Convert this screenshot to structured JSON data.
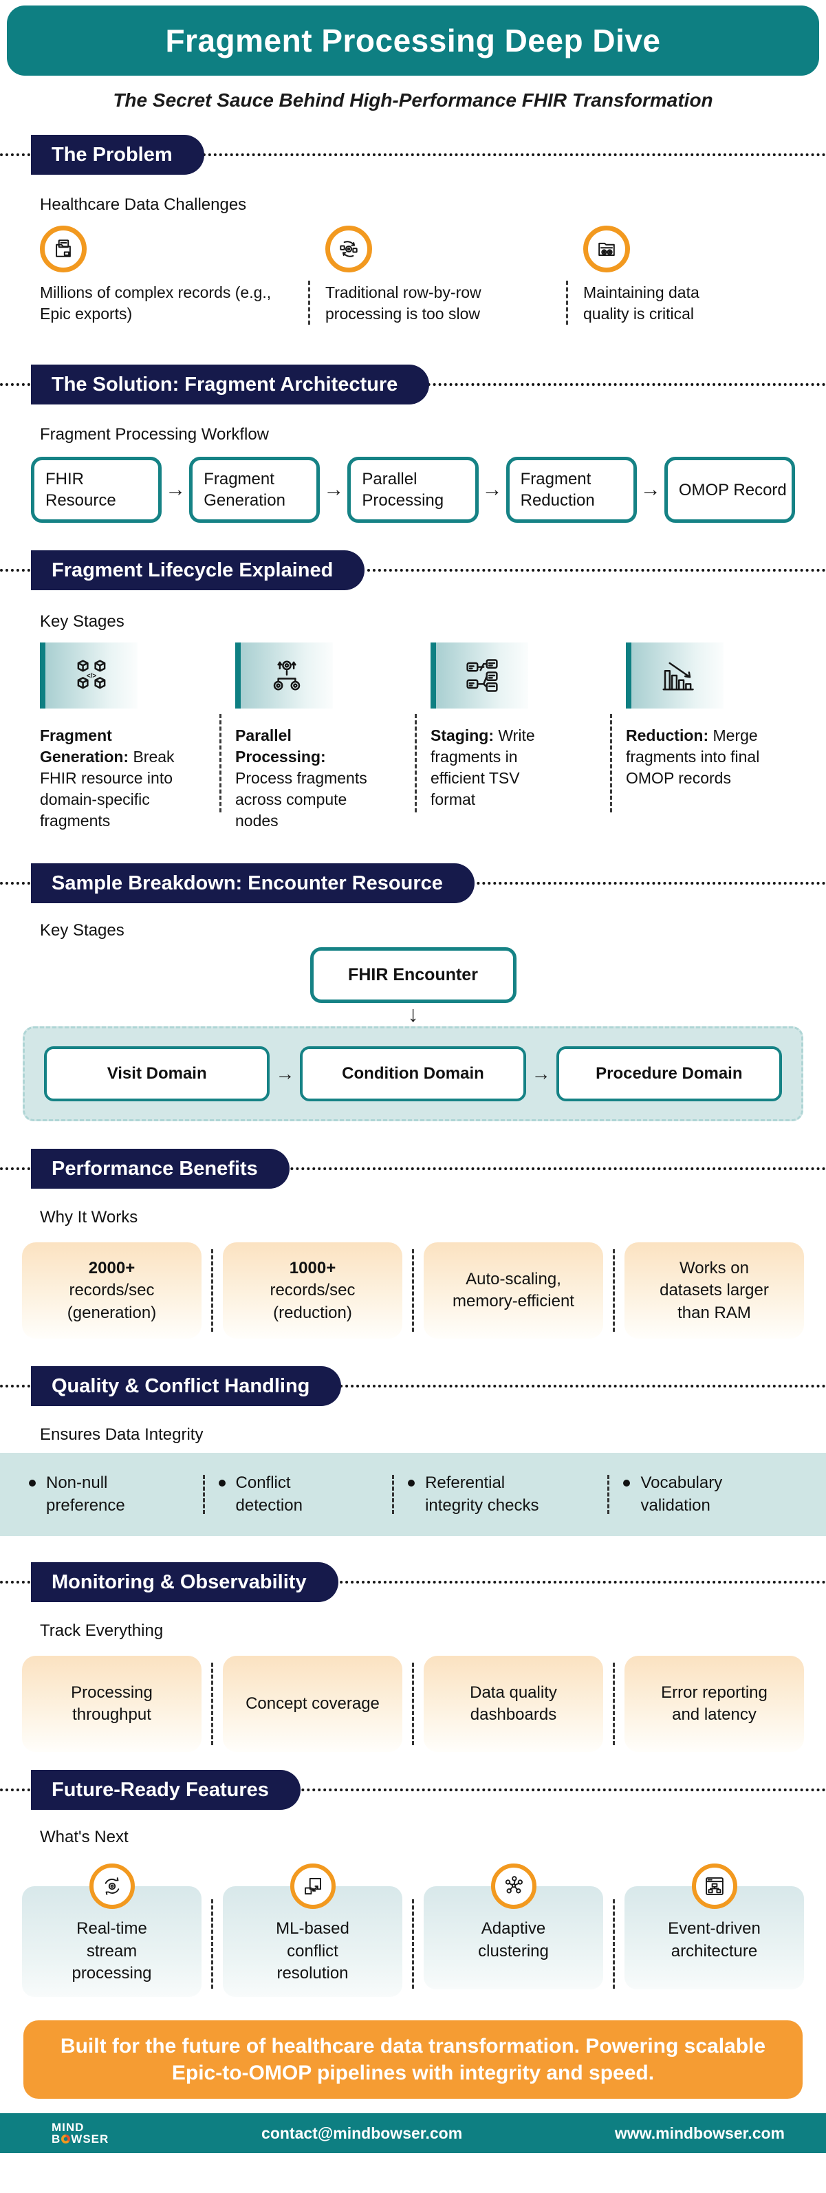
{
  "header": {
    "title": "Fragment Processing Deep Dive",
    "subtitle": "The Secret Sauce Behind High-Performance FHIR Transformation"
  },
  "icons": {
    "arrow_right": "→",
    "arrow_down": "↓"
  },
  "sections": {
    "problem": {
      "title": "The Problem",
      "label": "Healthcare Data Challenges",
      "items": [
        {
          "icon": "records-icon",
          "text": "Millions of complex records (e.g., Epic exports)"
        },
        {
          "icon": "row-processing-icon",
          "text": "Traditional row-by-row processing is too slow"
        },
        {
          "icon": "data-quality-icon",
          "text": "Maintaining data quality is critical"
        }
      ]
    },
    "solution": {
      "title": "The Solution: Fragment Architecture",
      "label": "Fragment Processing Workflow",
      "steps": [
        "FHIR Resource",
        "Fragment Generation",
        "Parallel Processing",
        "Fragment Reduction",
        "OMOP Record"
      ]
    },
    "lifecycle": {
      "title": "Fragment Lifecycle Explained",
      "label": "Key Stages",
      "stages": [
        {
          "icon": "fragments-icon",
          "heading": "Fragment Generation:",
          "text": "Break FHIR resource into domain-specific fragments"
        },
        {
          "icon": "parallel-gears-icon",
          "heading": "Parallel Processing:",
          "text": "Process fragments across compute nodes"
        },
        {
          "icon": "staging-files-icon",
          "heading": "Staging:",
          "text": "Write fragments in efficient TSV format"
        },
        {
          "icon": "reduction-chart-icon",
          "heading": "Reduction:",
          "text": "Merge fragments into final OMOP records"
        }
      ]
    },
    "sample": {
      "title": "Sample Breakdown: Encounter Resource",
      "label": "Key Stages",
      "source": "FHIR Encounter",
      "domains": [
        "Visit Domain",
        "Condition Domain",
        "Procedure Domain"
      ]
    },
    "performance": {
      "title": "Performance Benefits",
      "label": "Why It Works",
      "cards": [
        {
          "highlight": "2000+",
          "lines": [
            "records/sec",
            "(generation)"
          ]
        },
        {
          "highlight": "1000+",
          "lines": [
            "records/sec",
            "(reduction)"
          ]
        },
        {
          "highlight": "",
          "lines": [
            "Auto-scaling,",
            "memory-efficient"
          ]
        },
        {
          "highlight": "",
          "lines": [
            "Works on",
            "datasets larger",
            "than RAM"
          ]
        }
      ]
    },
    "quality": {
      "title": "Quality & Conflict Handling",
      "label": "Ensures Data Integrity",
      "items": [
        "Non-null preference",
        "Conflict detection",
        "Referential integrity checks",
        "Vocabulary validation"
      ]
    },
    "monitoring": {
      "title": "Monitoring & Observability",
      "label": "Track Everything",
      "cards": [
        "Processing throughput",
        "Concept coverage",
        "Data quality dashboards",
        "Error reporting and latency"
      ]
    },
    "future": {
      "title": "Future-Ready Features",
      "label": "What's Next",
      "items": [
        {
          "icon": "stream-processing-icon",
          "text": "Real-time stream processing"
        },
        {
          "icon": "ml-scale-icon",
          "text": "ML-based conflict resolution"
        },
        {
          "icon": "clustering-network-icon",
          "text": "Adaptive clustering"
        },
        {
          "icon": "event-architecture-icon",
          "text": "Event-driven architecture"
        }
      ]
    }
  },
  "banner": {
    "text": "Built for the future of healthcare data transformation. Powering scalable Epic-to-OMOP pipelines with integrity and speed."
  },
  "footer": {
    "logo_line1": "MIND",
    "logo_line2_prefix": "B",
    "logo_line2_suffix": "WSER",
    "email": "contact@mindbowser.com",
    "website": "www.mindbowser.com"
  },
  "colors": {
    "teal": "#0E7F82",
    "navy": "#161A4B",
    "orange_accent": "#F2991F",
    "orange_banner": "#F59C33",
    "light_teal_band": "#CFE5E4",
    "peach_card": "#FBE2C1"
  }
}
